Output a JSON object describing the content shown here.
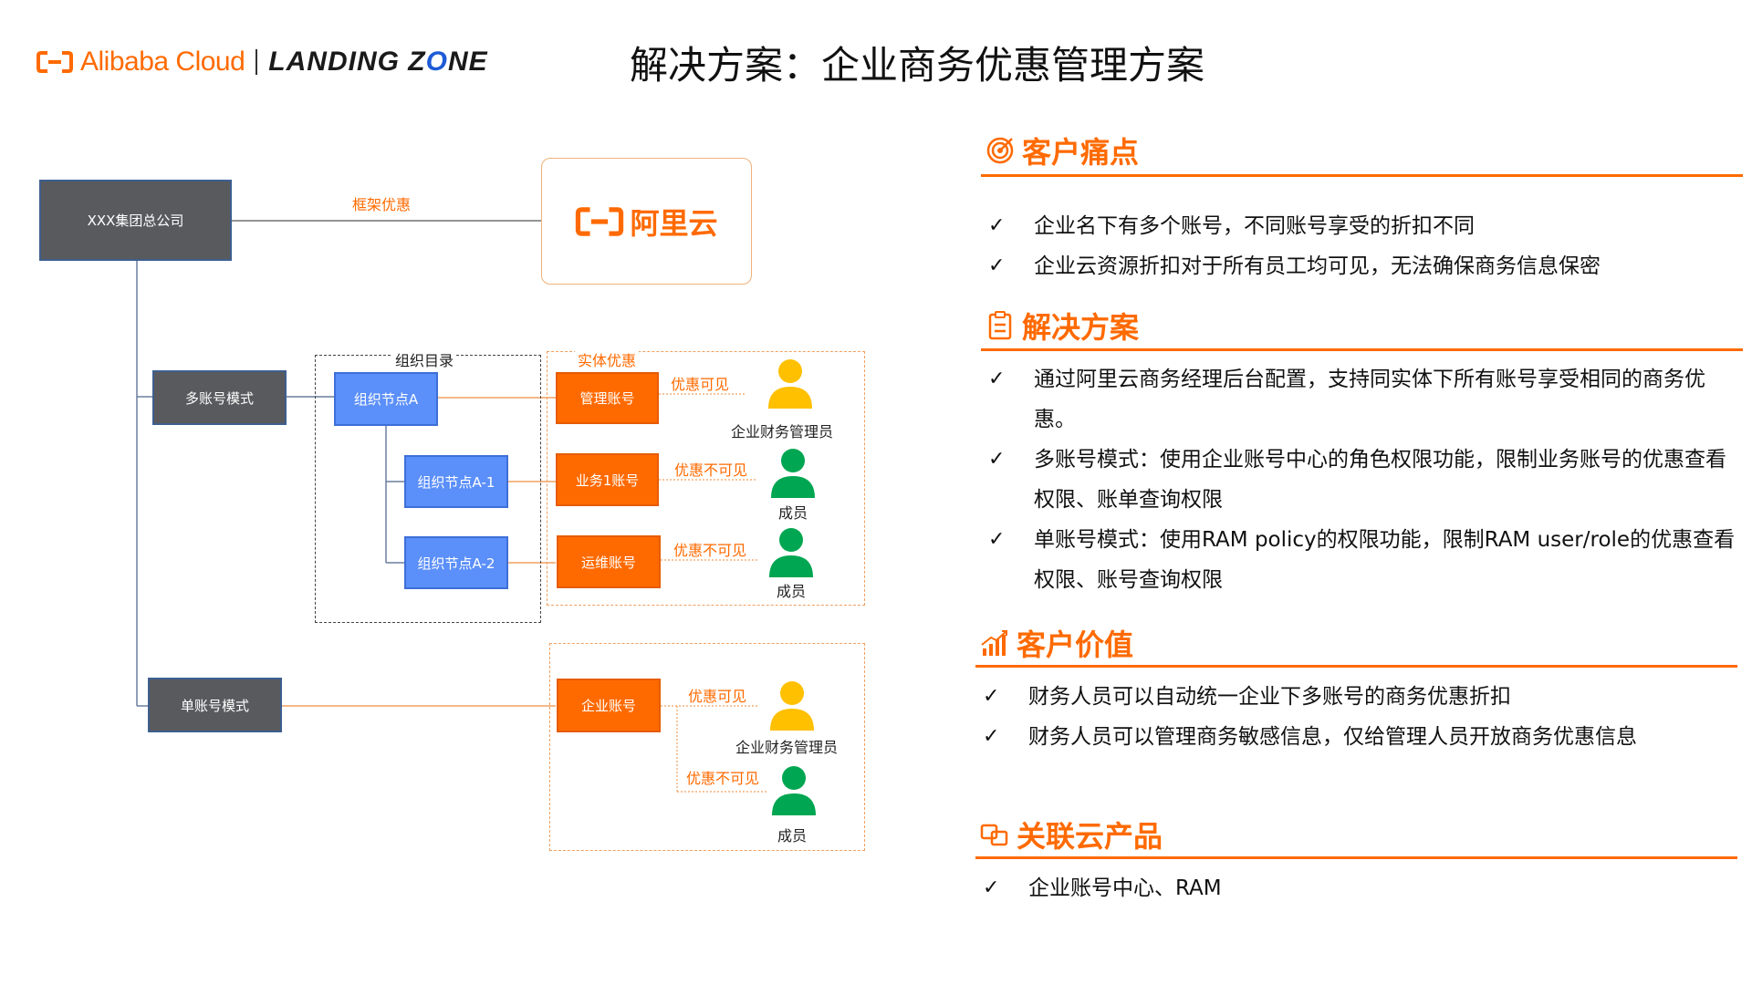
{
  "header": {
    "brand_alibaba": "Alibaba Cloud",
    "brand_landing": "LANDING Z",
    "brand_landing_o": "O",
    "brand_landing_end": "NE",
    "title": "解决方案：企业商务优惠管理方案"
  },
  "diagram": {
    "group_company": "XXX集团总公司",
    "framework_discount": "框架优惠",
    "aliyun_label": "阿里云",
    "multi_account_mode": "多账号模式",
    "single_account_mode": "单账号模式",
    "org_directory": "组织目录",
    "entity_discount": "实体优惠",
    "org_node_a": "组织节点A",
    "org_node_a1": "组织节点A-1",
    "org_node_a2": "组织节点A-2",
    "mgmt_account": "管理账号",
    "biz1_account": "业务1账号",
    "ops_account": "运维账号",
    "enterprise_account": "企业账号",
    "visible": "优惠可见",
    "invisible": "优惠不可见",
    "finance_admin": "企业财务管理员",
    "member": "成员"
  },
  "panel": {
    "pain_points": {
      "title": "客户痛点",
      "items": [
        "企业名下有多个账号，不同账号享受的折扣不同",
        "企业云资源折扣对于所有员工均可见，无法确保商务信息保密"
      ]
    },
    "solution": {
      "title": "解决方案",
      "items": [
        "通过阿里云商务经理后台配置，支持同实体下所有账号享受相同的商务优惠。",
        "多账号模式：使用企业账号中心的角色权限功能，限制业务账号的优惠查看权限、账单查询权限",
        "单账号模式：使用RAM policy的权限功能，限制RAM user/role的优惠查看权限、账号查询权限"
      ]
    },
    "value": {
      "title": "客户价值",
      "items": [
        "财务人员可以自动统一企业下多账号的商务优惠折扣",
        "财务人员可以管理商务敏感信息，仅给管理人员开放商务优惠信息"
      ]
    },
    "products": {
      "title": "关联云产品",
      "items": [
        "企业账号中心、RAM"
      ]
    },
    "check_mark": "✓"
  },
  "colors": {
    "accent": "#ff6a00",
    "gray_box": "#595a5e",
    "blue_box": "#5b8ff9",
    "user_yellow": "#ffc000",
    "user_green": "#00a651"
  }
}
